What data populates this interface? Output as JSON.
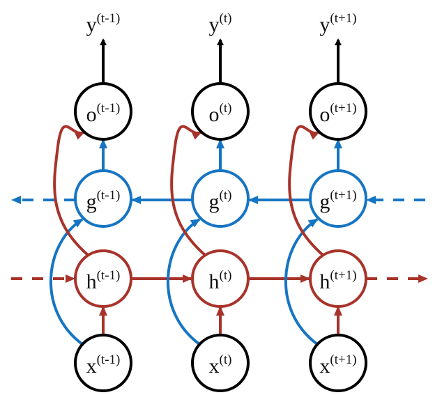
{
  "diagram": {
    "type": "bidirectional-rnn-unrolled",
    "colors": {
      "forward": "#a8332a",
      "backward": "#1675c3",
      "io": "#000000"
    },
    "columns": [
      {
        "timestep": "t-1",
        "y": {
          "base": "y",
          "sup": "(t-1)"
        },
        "o": {
          "base": "o",
          "sup": "(t-1)"
        },
        "g": {
          "base": "g",
          "sup": "(t-1)"
        },
        "h": {
          "base": "h",
          "sup": "(t-1)"
        },
        "x": {
          "base": "x",
          "sup": "(t-1)"
        }
      },
      {
        "timestep": "t",
        "y": {
          "base": "y",
          "sup": "(t)"
        },
        "o": {
          "base": "o",
          "sup": "(t)"
        },
        "g": {
          "base": "g",
          "sup": "(t)"
        },
        "h": {
          "base": "h",
          "sup": "(t)"
        },
        "x": {
          "base": "x",
          "sup": "(t)"
        }
      },
      {
        "timestep": "t+1",
        "y": {
          "base": "y",
          "sup": "(t+1)"
        },
        "o": {
          "base": "o",
          "sup": "(t+1)"
        },
        "g": {
          "base": "g",
          "sup": "(t+1)"
        },
        "h": {
          "base": "h",
          "sup": "(t+1)"
        },
        "x": {
          "base": "x",
          "sup": "(t+1)"
        }
      }
    ],
    "edges": {
      "forward_chain": "h(t-1) -> h(t) -> h(t+1)",
      "backward_chain": "g(t+1) -> g(t) -> g(t-1)",
      "per_column": [
        "x -> h",
        "x -> g",
        "h -> o",
        "g -> o",
        "o -> y"
      ]
    }
  }
}
